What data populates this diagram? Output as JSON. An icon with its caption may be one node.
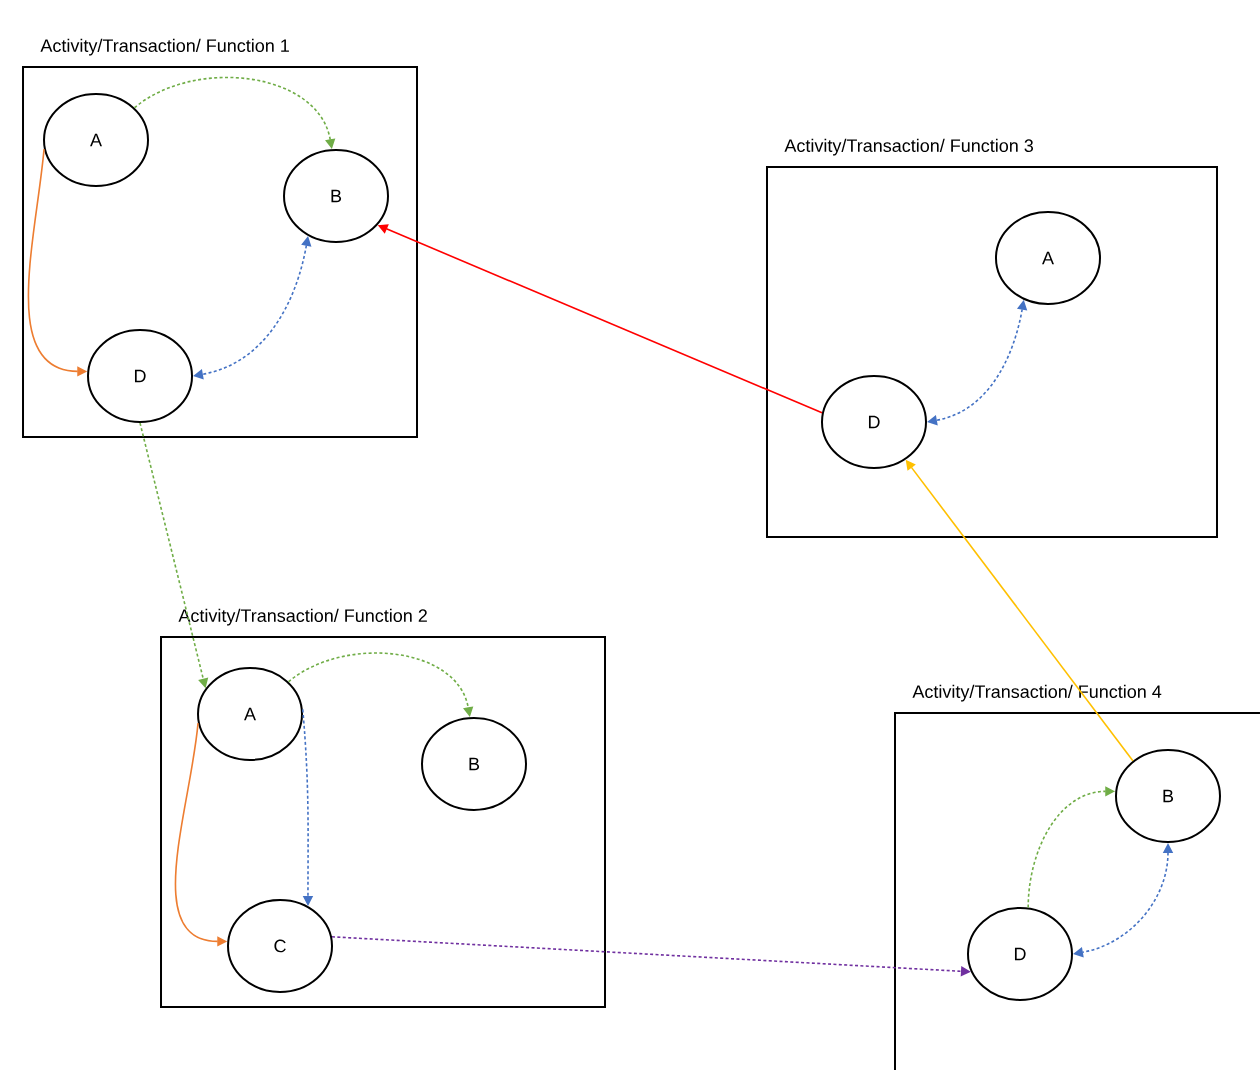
{
  "diagram": {
    "nodes": [
      {
        "text": [
          "Activity/Transaction/ Function 1"
        ]
      },
      {
        "text": [
          "A"
        ],
        "in": 0
      },
      {
        "text": [
          "B"
        ],
        "in": 0
      },
      {
        "text": [
          "D"
        ],
        "in": 0
      },
      {
        "text": [
          "Activity/Transaction/ Function 2"
        ]
      },
      {
        "text": [
          "A"
        ],
        "in": 4
      },
      {
        "text": [
          "B"
        ],
        "in": 4
      },
      {
        "text": [
          "C"
        ],
        "in": 4
      },
      {
        "text": [
          "Activity/Transaction/ Function 3"
        ]
      },
      {
        "text": [
          "A"
        ],
        "in": 8
      },
      {
        "text": [
          "D"
        ],
        "in": 8
      },
      {
        "text": [
          "Activity/Transaction/ Function 4"
        ]
      },
      {
        "text": [
          "B"
        ],
        "in": 11
      },
      {
        "text": [
          "D"
        ],
        "in": 11
      }
    ],
    "edges": [
      {
        "from": 1,
        "to": 2,
        "arrow": "to",
        "style": "dashed",
        "color": "#70ad47"
      },
      {
        "from": 1,
        "to": 3,
        "arrow": "to",
        "color": "#ed7d31"
      },
      {
        "from": 2,
        "to": 3,
        "arrow": "both",
        "style": "dashed",
        "color": "#4472c4"
      },
      {
        "from": 3,
        "to": 5,
        "arrow": "to",
        "style": "dashed",
        "color": "#70ad47"
      },
      {
        "from": 5,
        "to": 6,
        "arrow": "to",
        "style": "dashed",
        "color": "#70ad47"
      },
      {
        "from": 5,
        "to": 7,
        "arrow": "to",
        "color": "#ed7d31"
      },
      {
        "from": 5,
        "to": 7,
        "arrow": "to",
        "style": "dashed",
        "color": "#4472c4"
      },
      {
        "from": 7,
        "to": 13,
        "arrow": "to",
        "style": "dashed",
        "color": "#7030a0"
      },
      {
        "from": 10,
        "to": 2,
        "arrow": "to",
        "color": "#ff0000"
      },
      {
        "from": 9,
        "to": 10,
        "arrow": "both",
        "style": "dashed",
        "color": "#4472c4"
      },
      {
        "from": 12,
        "to": 10,
        "arrow": "to",
        "color": "#ffc000"
      },
      {
        "from": 13,
        "to": 12,
        "arrow": "to",
        "style": "dashed",
        "color": "#70ad47"
      },
      {
        "from": 12,
        "to": 13,
        "arrow": "both",
        "style": "dashed",
        "color": "#4472c4"
      }
    ]
  }
}
